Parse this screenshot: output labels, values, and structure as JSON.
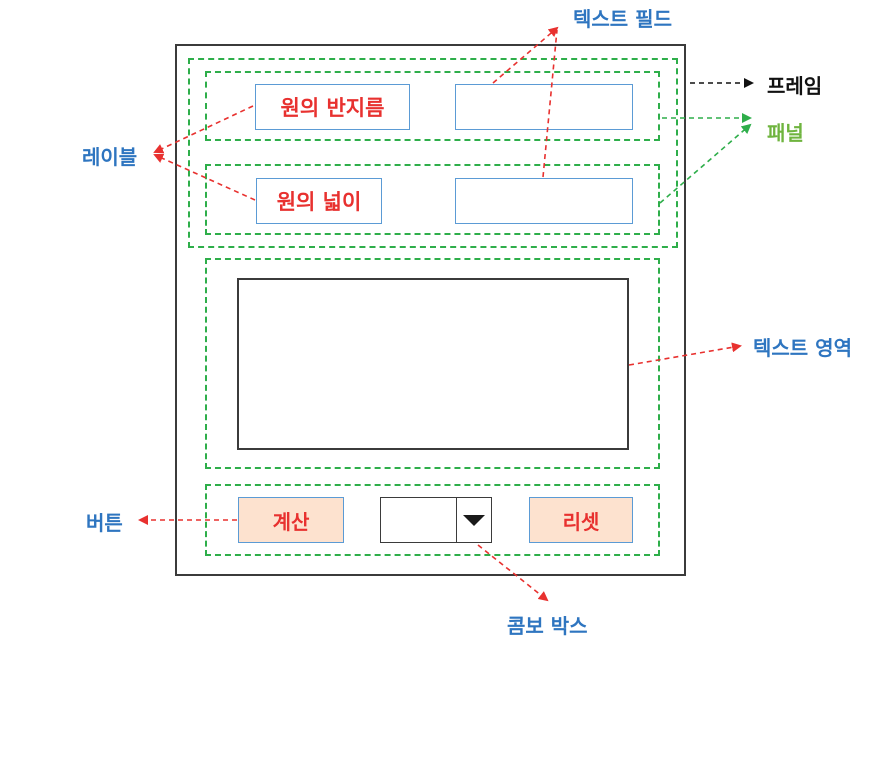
{
  "colors": {
    "label_text": "#e8312f",
    "annotation_blue": "#2e75c0",
    "panel_annotation_green": "#6fb43f",
    "panel_border_green": "#2eae4a",
    "arrow_red": "#e8312f",
    "button_fill": "#fde2cf",
    "field_border": "#5b9bd5"
  },
  "window": {
    "labels": {
      "radius": "원의 반지름",
      "area": "원의 넓이"
    },
    "buttons": {
      "calculate": "계산",
      "reset": "리셋"
    },
    "combo_icon": "dropdown-arrow-icon"
  },
  "annotations": {
    "text_field": "텍스트 필드",
    "frame": "프레임",
    "panel": "패널",
    "label": "레이블",
    "text_area": "텍스트 영역",
    "button": "버튼",
    "combo_box": "콤보 박스"
  }
}
